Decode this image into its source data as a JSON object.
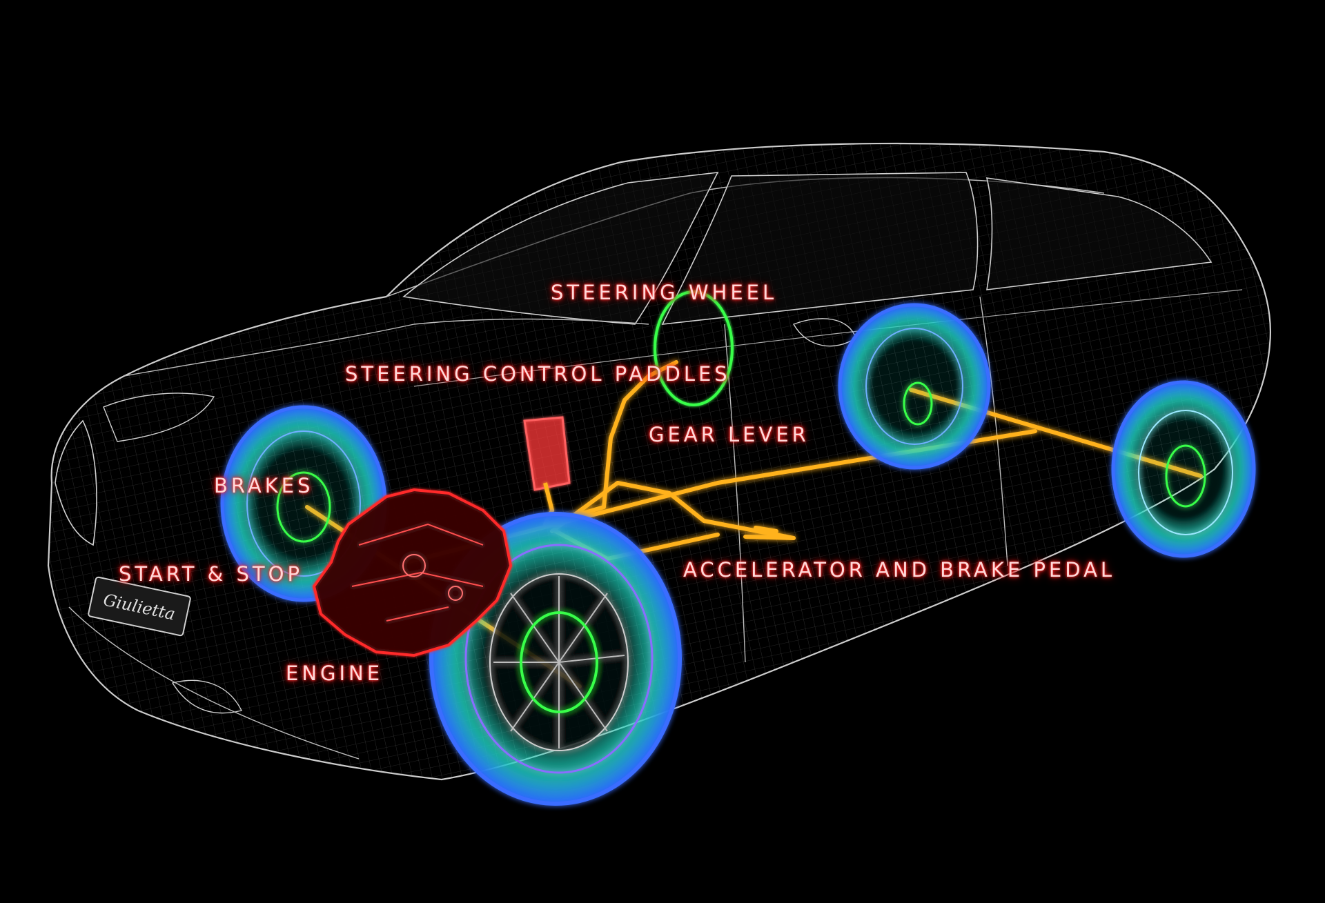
{
  "colors": {
    "background": "#000000",
    "wireframe": "#cfcfcf",
    "label_glow": "#ff3030",
    "drivetrain": "#ffb21e",
    "wheel_ring": "#3a6dff",
    "tire_fill": "#1fd6c0",
    "hub_ring": "#39ff4a",
    "engine": "#ff2a2a"
  },
  "labels": {
    "steering_wheel": "STEERING WHEEL",
    "steering_control_paddles": "STEERING CONTROL PADDLES",
    "gear_lever": "GEAR LEVER",
    "brakes": "BRAKES",
    "start_stop": "START & STOP",
    "accelerator_brake_pedal": "ACCELERATOR AND BRAKE PEDAL",
    "engine": "ENGINE"
  },
  "badge": {
    "text": "Giulietta"
  }
}
